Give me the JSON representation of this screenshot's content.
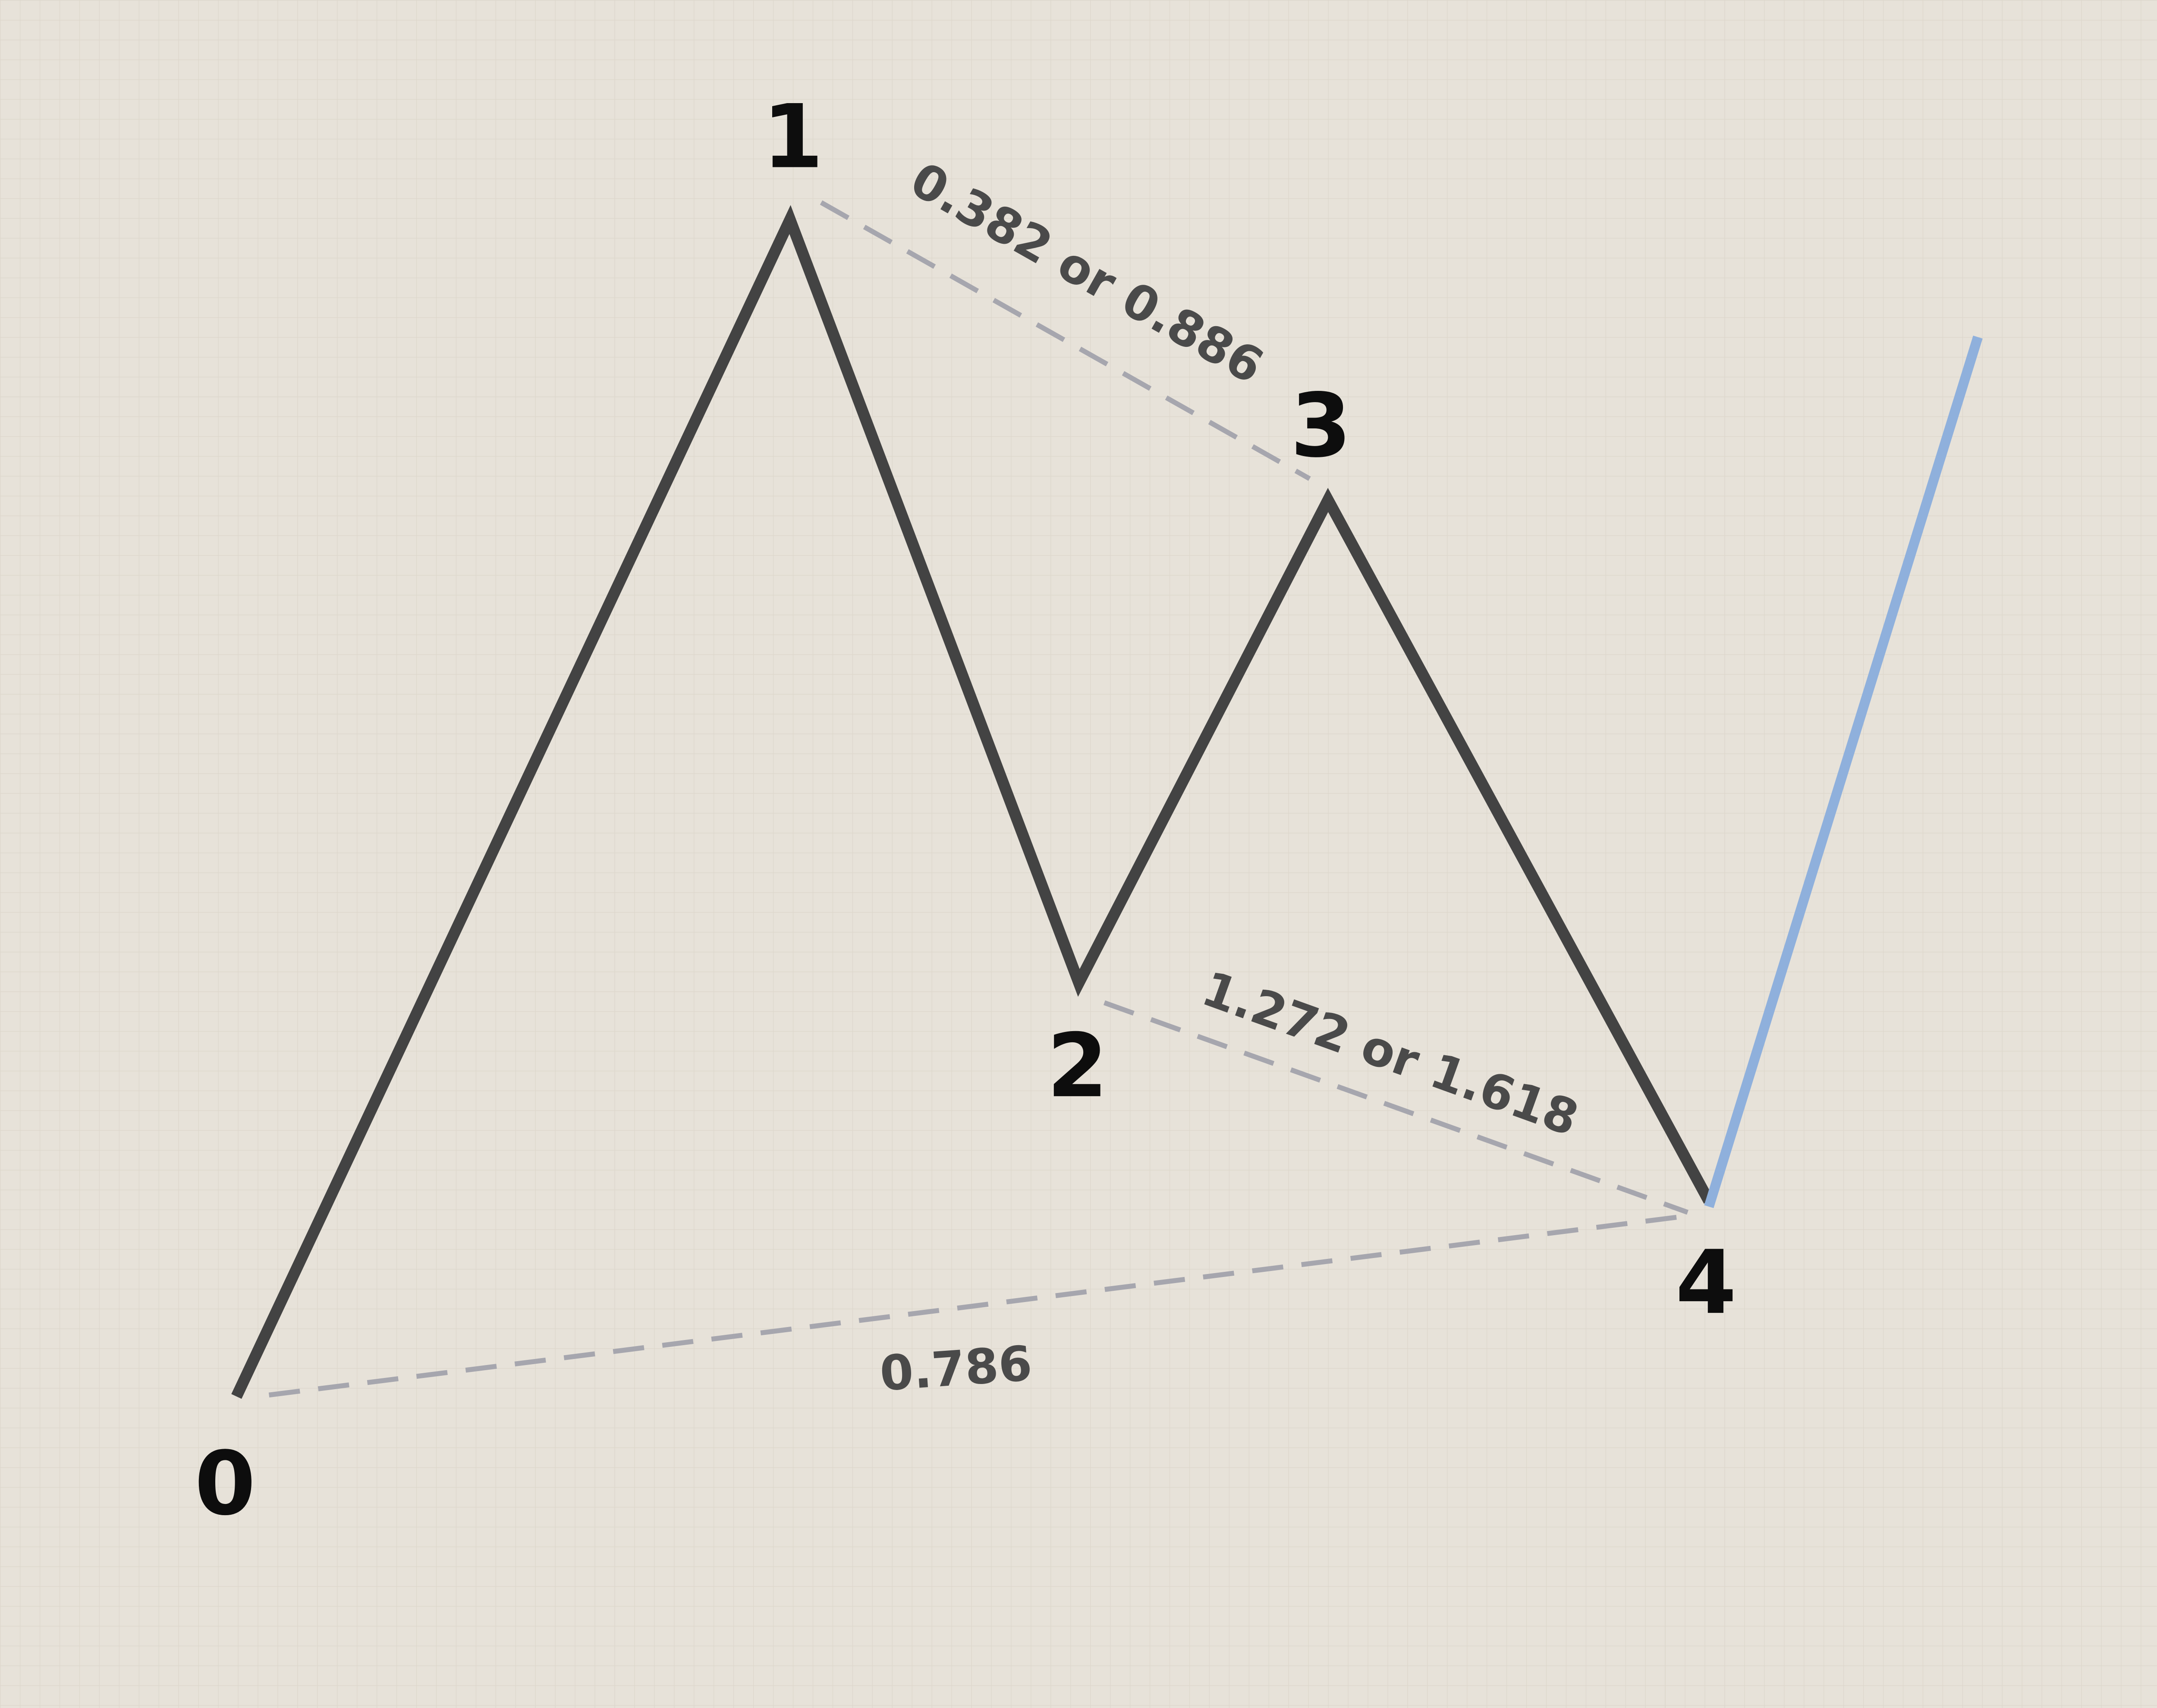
{
  "colors": {
    "background": "#e7e2d9",
    "grid": "#ddd7cc",
    "pattern_line": "#434343",
    "ratio_line": "#a6a6ae",
    "projection_line": "#8fb0dc",
    "label_text": "#0d0d0d",
    "ratio_text": "#4a4a4a"
  },
  "points": [
    {
      "id": "0",
      "label": "0"
    },
    {
      "id": "1",
      "label": "1"
    },
    {
      "id": "2",
      "label": "2"
    },
    {
      "id": "3",
      "label": "3"
    },
    {
      "id": "4",
      "label": "4"
    }
  ],
  "ratios": [
    {
      "from": "1",
      "to": "3",
      "label": "0.382 or 0.886"
    },
    {
      "from": "2",
      "to": "4",
      "label": "1.272 or 1.618"
    },
    {
      "from": "0",
      "to": "4",
      "label": "0.786"
    }
  ]
}
